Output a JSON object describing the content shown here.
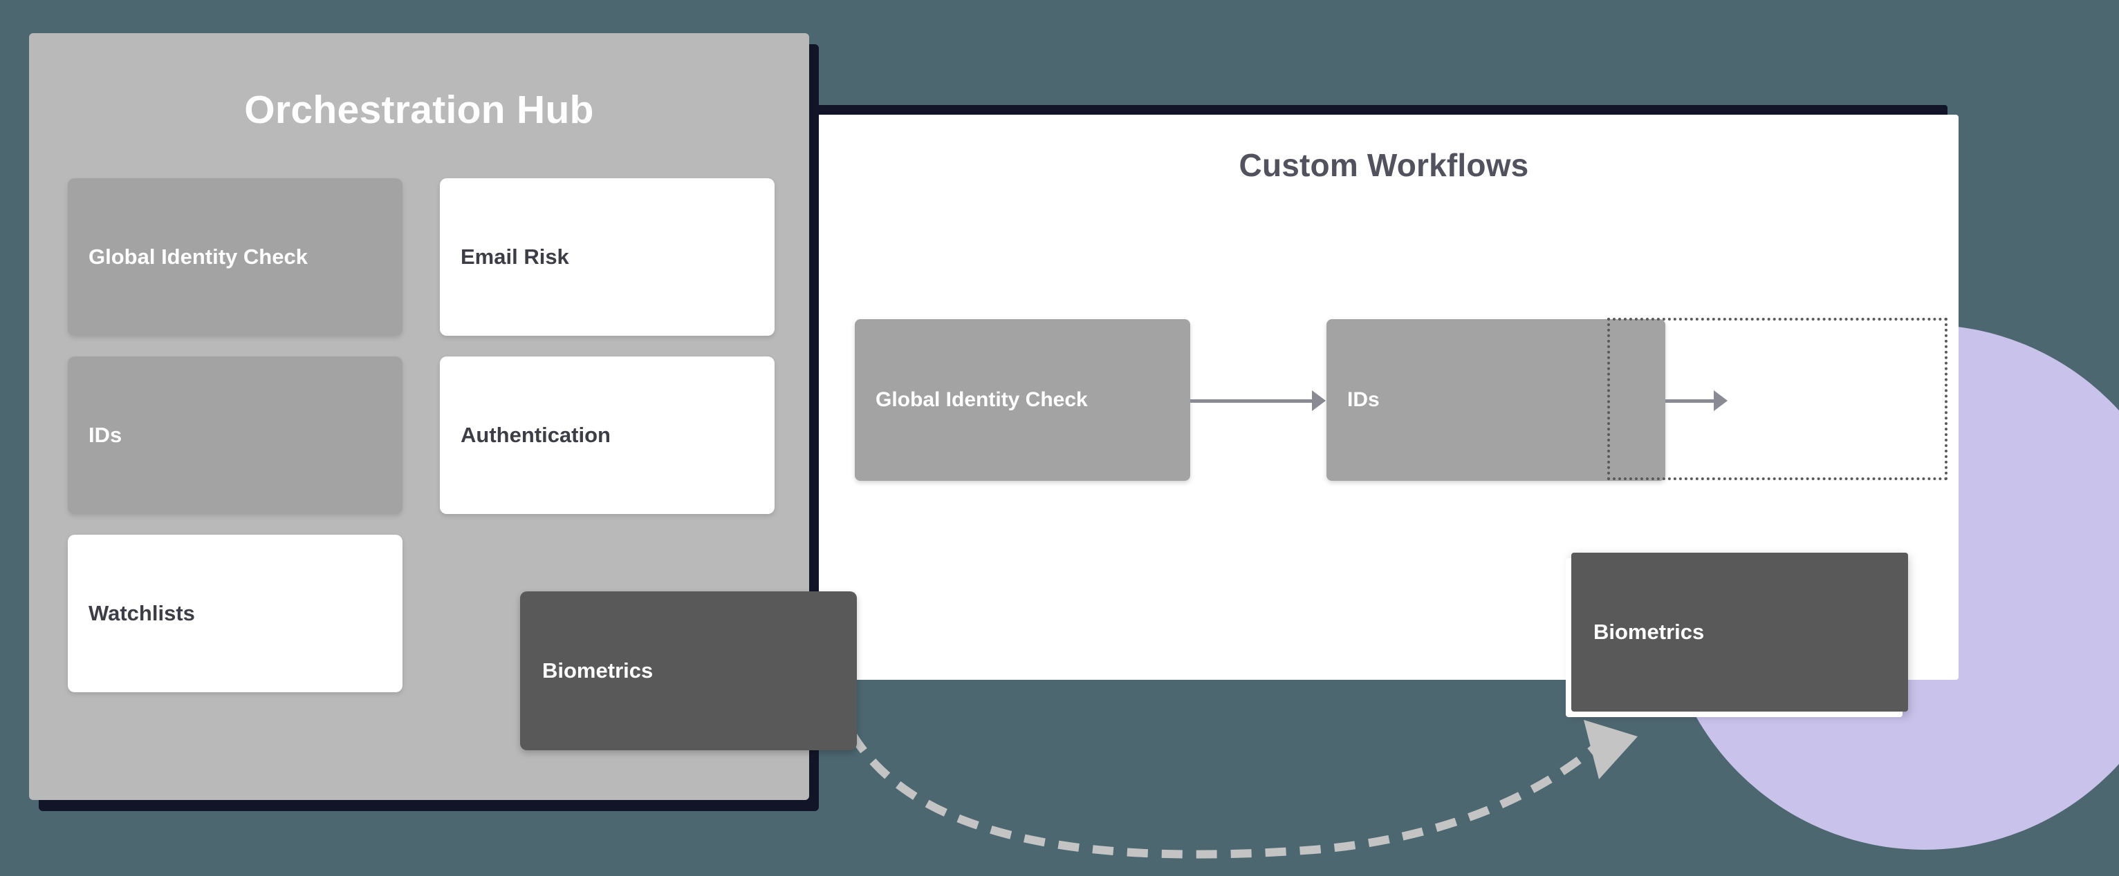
{
  "canvas": {
    "background_color": "#4d6771",
    "shadow_color": "#121527",
    "accent_circle_color": "#c9c2ea"
  },
  "hub": {
    "title": "Orchestration Hub",
    "panel_color": "#b9b9b9",
    "cards": [
      {
        "label": "Global Identity Check",
        "style": "solid"
      },
      {
        "label": "Email Risk",
        "style": "light"
      },
      {
        "label": "IDs",
        "style": "solid"
      },
      {
        "label": "Authentication",
        "style": "light"
      },
      {
        "label": "Watchlists",
        "style": "light"
      }
    ],
    "dragged_card": {
      "label": "Biometrics",
      "color": "#595959"
    }
  },
  "workflow": {
    "title": "Custom Workflows",
    "panel_color": "#ffffff",
    "nodes": [
      {
        "label": "Global Identity Check",
        "state": "filled"
      },
      {
        "label": "IDs",
        "state": "filled"
      },
      {
        "label": "",
        "state": "empty-placeholder"
      }
    ],
    "connector_color": "#8a8a94",
    "dropped_card": {
      "label": "Biometrics",
      "color": "#595959"
    }
  },
  "drag_gesture": {
    "style": "dashed-curve",
    "color": "#c4c4c4",
    "arrowhead": "triangle-up-right"
  }
}
